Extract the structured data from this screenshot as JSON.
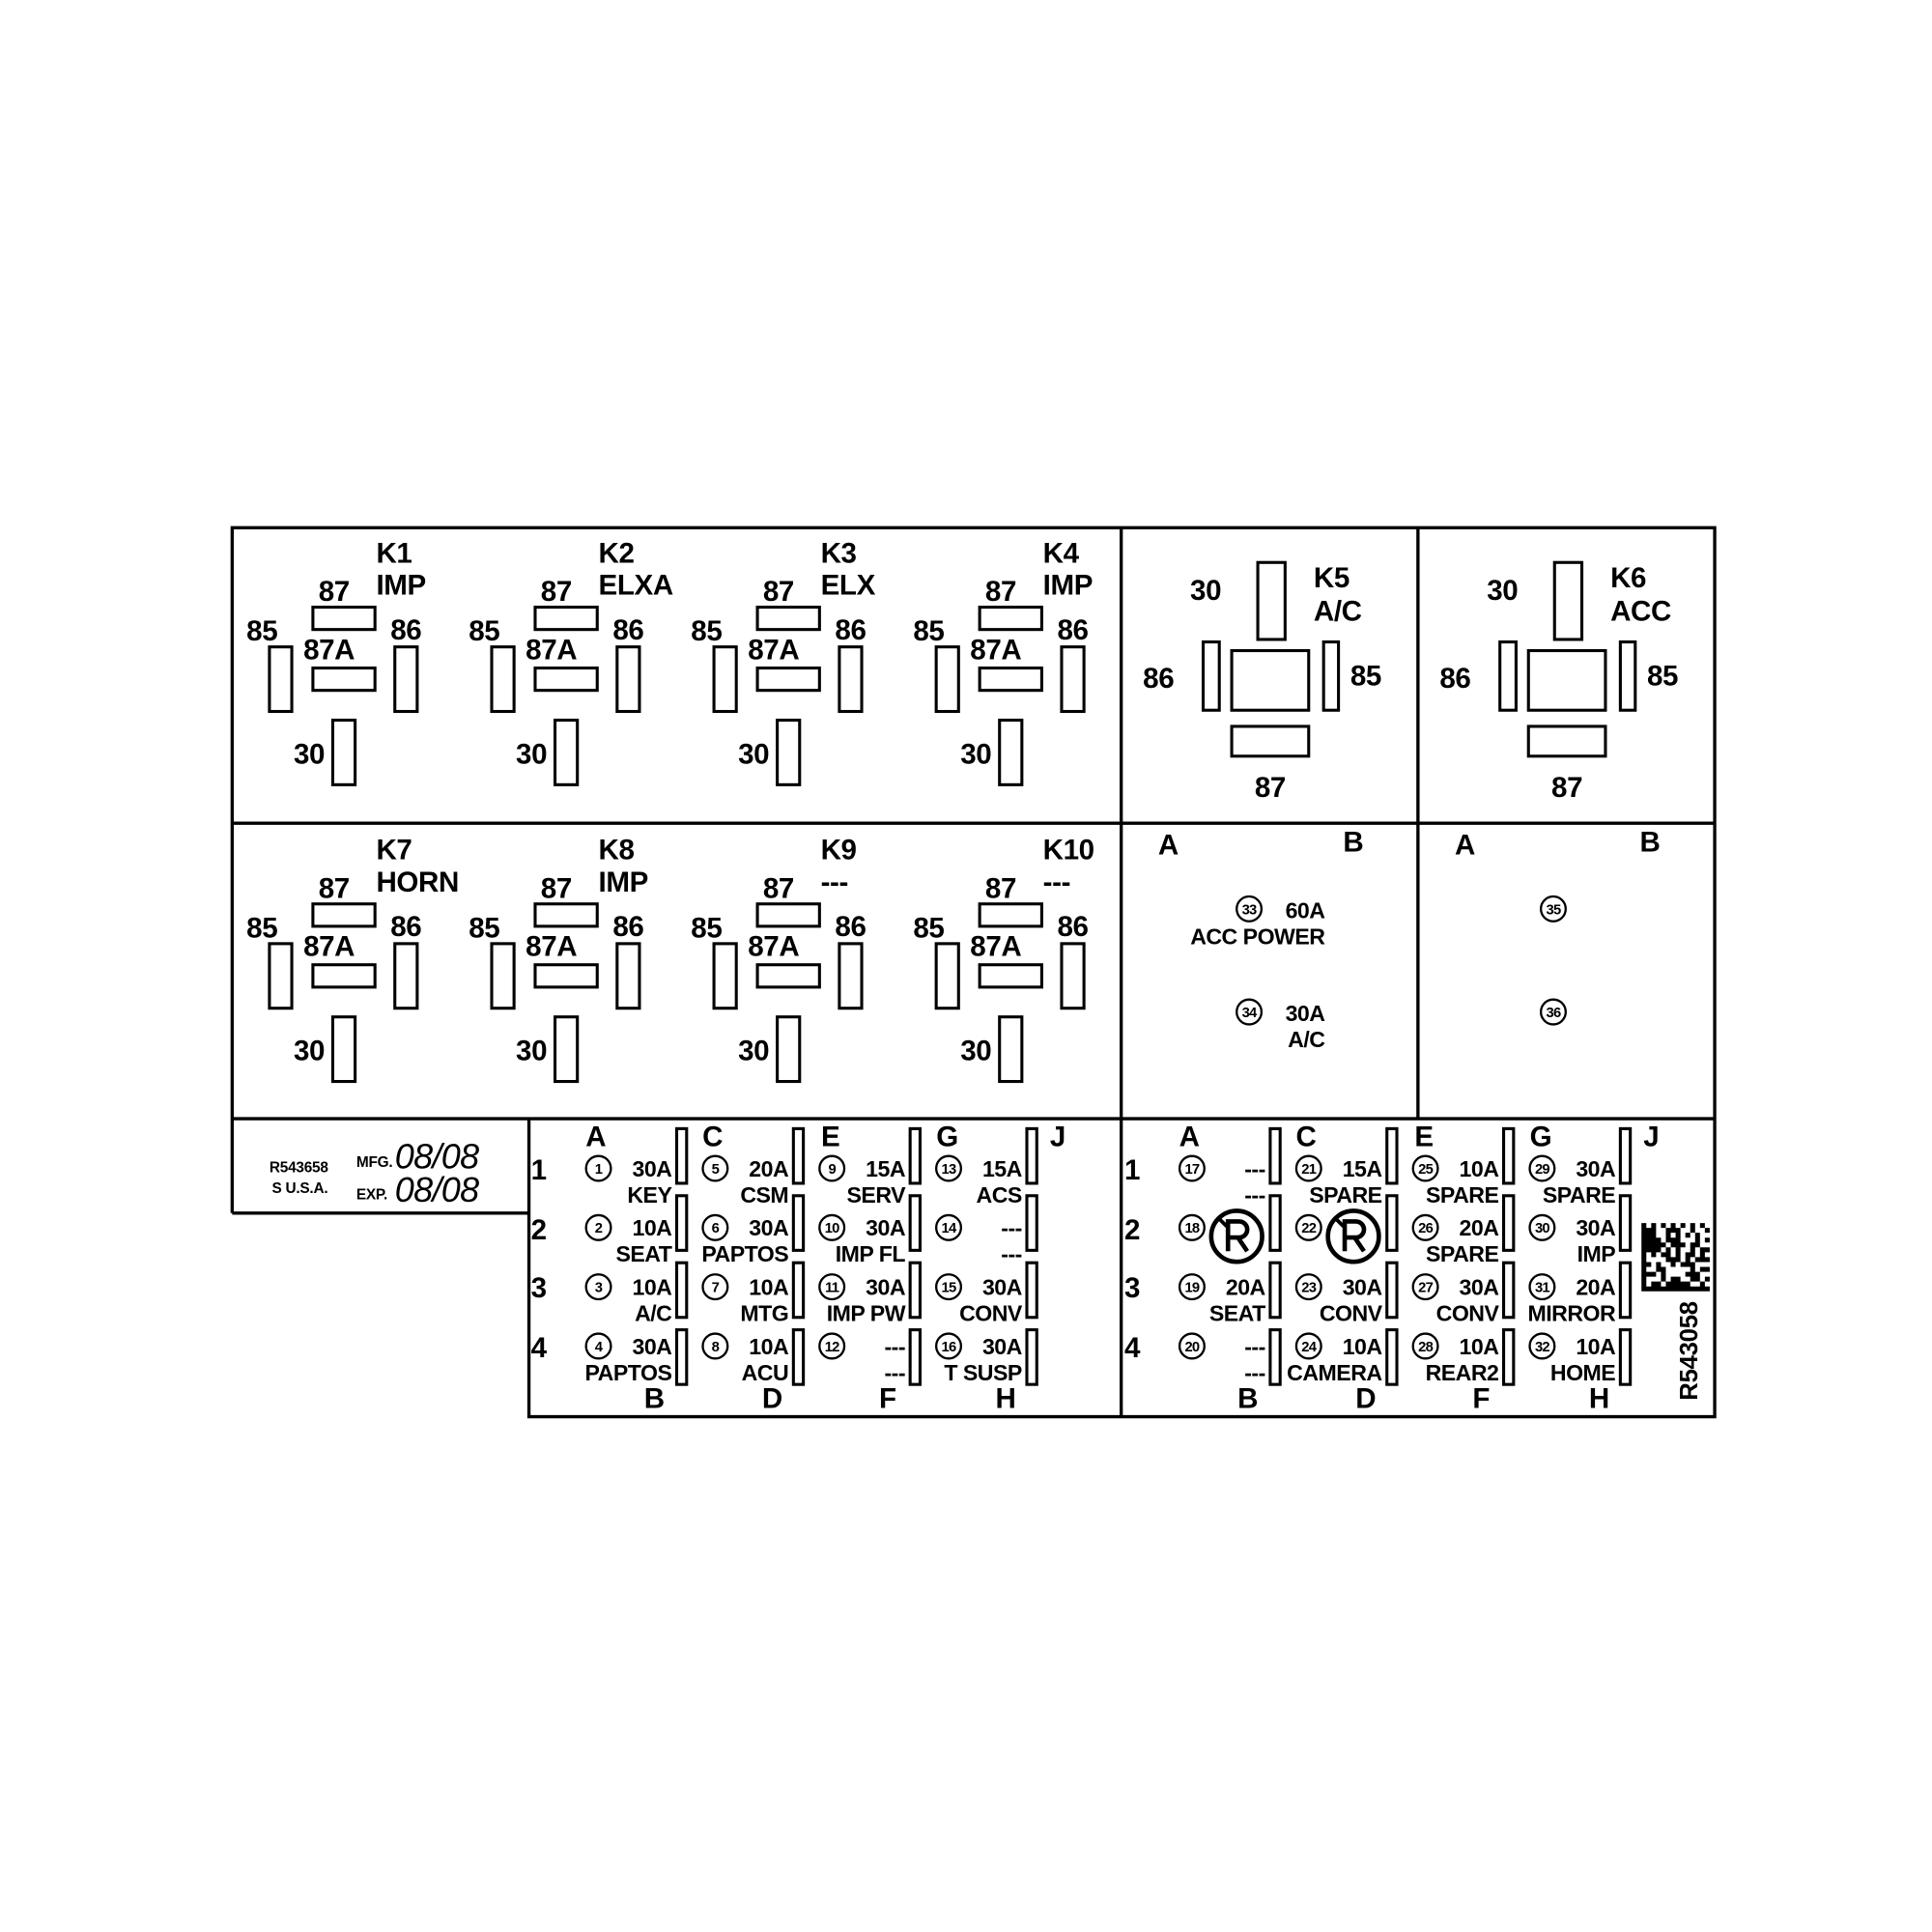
{
  "relay_pin_labels": {
    "p87": "87",
    "p85": "85",
    "p86": "86",
    "p87a": "87A",
    "p30": "30"
  },
  "relays_small": [
    {
      "id": "K1",
      "name": "IMP"
    },
    {
      "id": "K2",
      "name": "ELXA"
    },
    {
      "id": "K3",
      "name": "ELX"
    },
    {
      "id": "K4",
      "name": "IMP"
    },
    {
      "id": "K7",
      "name": "HORN"
    },
    {
      "id": "K8",
      "name": "IMP"
    },
    {
      "id": "K9",
      "name": "---"
    },
    {
      "id": "K10",
      "name": "---"
    }
  ],
  "relays_large": [
    {
      "id": "K5",
      "name": "A/C"
    },
    {
      "id": "K6",
      "name": "ACC"
    }
  ],
  "maxi_fuse_blocks": [
    {
      "col_left": "A",
      "col_right": "B",
      "fuses": [
        {
          "num": "33",
          "amps": "60A",
          "circuit": "ACC POWER"
        },
        {
          "num": "34",
          "amps": "30A",
          "circuit": "A/C"
        }
      ]
    },
    {
      "col_left": "A",
      "col_right": "B",
      "fuses": [
        {
          "num": "35"
        },
        {
          "num": "36"
        }
      ]
    }
  ],
  "label": {
    "part_number": "R543658",
    "origin": "S U.S.A.",
    "mfg_label": "MFG.",
    "mfg_date": "08/08",
    "exp_label": "EXP.",
    "exp_date": "08/08"
  },
  "fuse_panels": [
    {
      "top_letters": [
        "A",
        "C",
        "E",
        "G",
        "J"
      ],
      "bottom_letters": [
        "B",
        "D",
        "F",
        "H"
      ],
      "rows": [
        "1",
        "2",
        "3",
        "4"
      ],
      "columns": [
        [
          {
            "num": "1",
            "amps": "30A",
            "circuit": "KEY"
          },
          {
            "num": "2",
            "amps": "10A",
            "circuit": "SEAT"
          },
          {
            "num": "3",
            "amps": "10A",
            "circuit": "A/C"
          },
          {
            "num": "4",
            "amps": "30A",
            "circuit": "PAPTOS"
          }
        ],
        [
          {
            "num": "5",
            "amps": "20A",
            "circuit": "CSM"
          },
          {
            "num": "6",
            "amps": "30A",
            "circuit": "PAPTOS"
          },
          {
            "num": "7",
            "amps": "10A",
            "circuit": "MTG"
          },
          {
            "num": "8",
            "amps": "10A",
            "circuit": "ACU"
          }
        ],
        [
          {
            "num": "9",
            "amps": "15A",
            "circuit": "SERV"
          },
          {
            "num": "10",
            "amps": "30A",
            "circuit": "IMP FL"
          },
          {
            "num": "11",
            "amps": "30A",
            "circuit": "IMP PW"
          },
          {
            "num": "12",
            "amps": "---",
            "circuit": "---"
          }
        ],
        [
          {
            "num": "13",
            "amps": "15A",
            "circuit": "ACS"
          },
          {
            "num": "14",
            "amps": "---",
            "circuit": "---"
          },
          {
            "num": "15",
            "amps": "30A",
            "circuit": "CONV"
          },
          {
            "num": "16",
            "amps": "30A",
            "circuit": "T SUSP"
          }
        ]
      ]
    },
    {
      "top_letters": [
        "A",
        "C",
        "E",
        "G",
        "J"
      ],
      "bottom_letters": [
        "B",
        "D",
        "F",
        "H"
      ],
      "rows": [
        "1",
        "2",
        "3",
        "4"
      ],
      "columns": [
        [
          {
            "num": "17",
            "amps": "---",
            "circuit": "---"
          },
          {
            "num": "18",
            "icon": "circled-r-icon"
          },
          {
            "num": "19",
            "amps": "20A",
            "circuit": "SEAT"
          },
          {
            "num": "20",
            "amps": "---",
            "circuit": "---"
          }
        ],
        [
          {
            "num": "21",
            "amps": "15A",
            "circuit": "SPARE"
          },
          {
            "num": "22",
            "icon": "circled-r-icon"
          },
          {
            "num": "23",
            "amps": "30A",
            "circuit": "CONV"
          },
          {
            "num": "24",
            "amps": "10A",
            "circuit": "CAMERA"
          }
        ],
        [
          {
            "num": "25",
            "amps": "10A",
            "circuit": "SPARE"
          },
          {
            "num": "26",
            "amps": "20A",
            "circuit": "SPARE"
          },
          {
            "num": "27",
            "amps": "30A",
            "circuit": "CONV"
          },
          {
            "num": "28",
            "amps": "10A",
            "circuit": "REAR2"
          }
        ],
        [
          {
            "num": "29",
            "amps": "30A",
            "circuit": "SPARE"
          },
          {
            "num": "30",
            "amps": "30A",
            "circuit": "IMP"
          },
          {
            "num": "31",
            "amps": "20A",
            "circuit": "MIRROR"
          },
          {
            "num": "32",
            "amps": "10A",
            "circuit": "HOME"
          }
        ]
      ]
    }
  ],
  "side_part_number": "R543058"
}
